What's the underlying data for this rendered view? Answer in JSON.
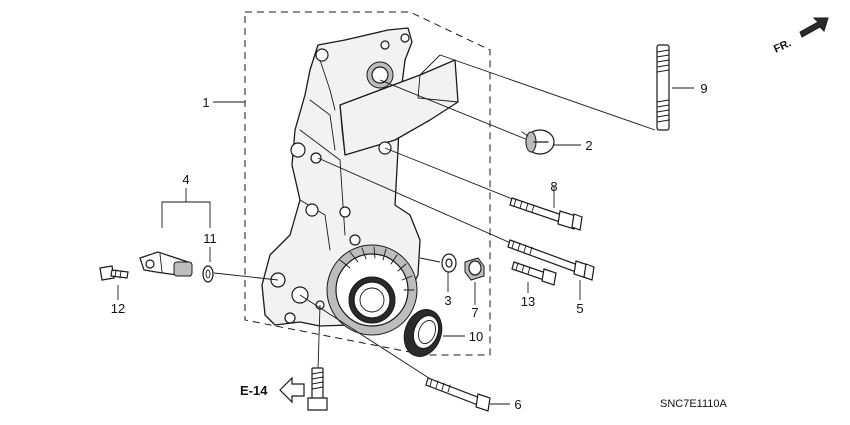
{
  "callouts": {
    "c1": "1",
    "c2": "2",
    "c3": "3",
    "c4": "4",
    "c5": "5",
    "c6": "6",
    "c7": "7",
    "c8": "8",
    "c9": "9",
    "c10": "10",
    "c11": "11",
    "c12": "12",
    "c13": "13"
  },
  "reference": {
    "label": "E-14"
  },
  "direction": {
    "label": "FR."
  },
  "diagram_code": "SNC7E1110A"
}
